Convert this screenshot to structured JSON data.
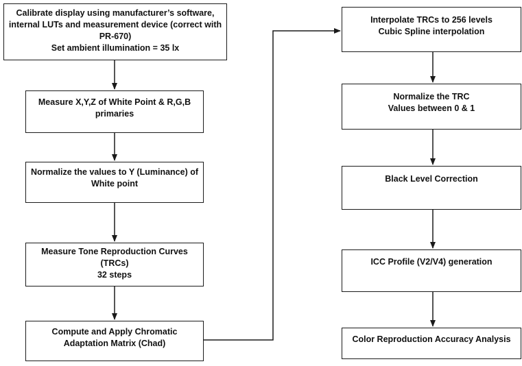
{
  "flowchart": {
    "left": [
      {
        "lines": [
          "Calibrate display using manufacturer’s software,",
          "internal LUTs and measurement device  (correct with",
          "PR-670)",
          "Set ambient illumination = 35 lx"
        ]
      },
      {
        "lines": [
          "Measure X,Y,Z of White Point & R,G,B",
          "primaries"
        ]
      },
      {
        "lines": [
          "Normalize the values to Y (Luminance) of",
          "White point"
        ]
      },
      {
        "lines": [
          "Measure Tone Reproduction Curves",
          "(TRCs)",
          "32 steps"
        ]
      },
      {
        "lines": [
          "Compute and Apply Chromatic",
          "Adaptation Matrix (Chad)"
        ]
      }
    ],
    "right": [
      {
        "lines": [
          "Interpolate TRCs to 256 levels",
          "Cubic Spline interpolation"
        ]
      },
      {
        "lines": [
          "Normalize the TRC",
          "Values between 0 & 1"
        ]
      },
      {
        "lines": [
          "Black Level Correction"
        ]
      },
      {
        "lines": [
          "ICC Profile (V2/V4) generation"
        ]
      },
      {
        "lines": [
          "Color Reproduction Accuracy Analysis"
        ]
      }
    ]
  },
  "colors": {
    "stroke": "#1a1a1a",
    "box_fill": "#ffffff",
    "text": "#111111"
  }
}
